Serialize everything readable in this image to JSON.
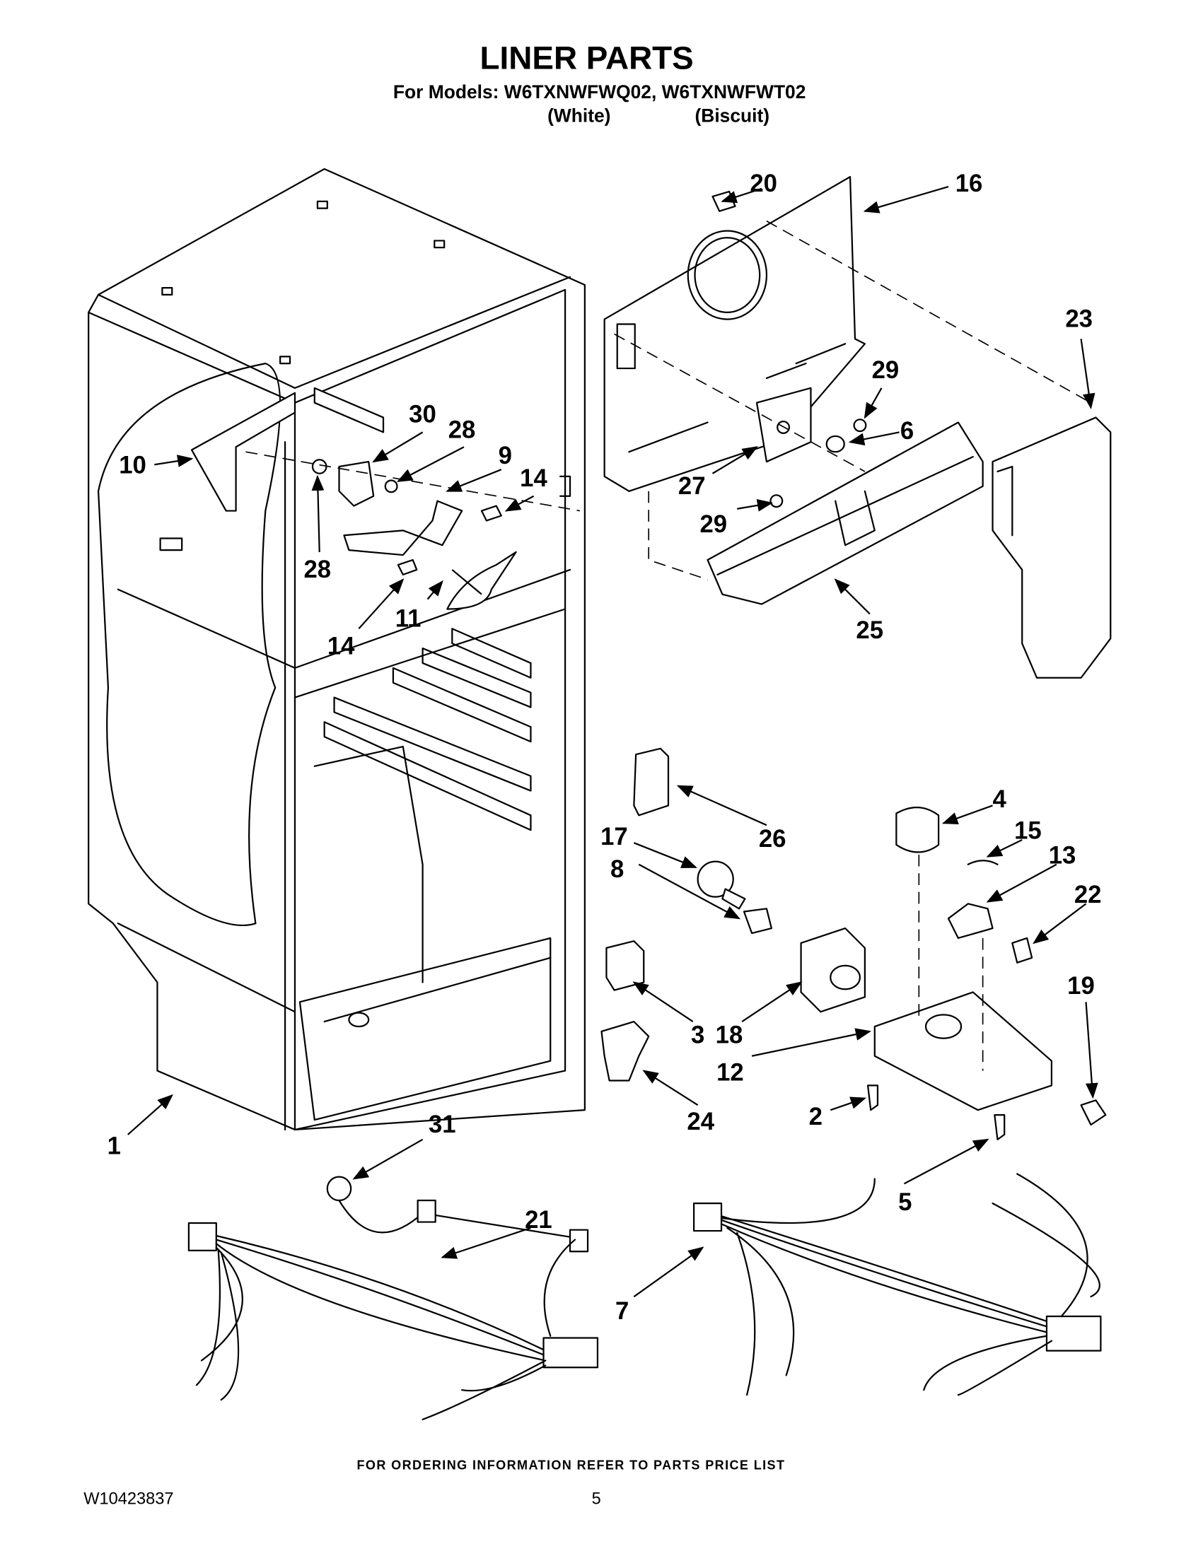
{
  "header": {
    "title": "LINER PARTS",
    "models_line": "For Models: W6TXNWFWQ02, W6TXNWFWT02",
    "color_1": "(White)",
    "color_2": "(Biscuit)"
  },
  "callouts": [
    "20",
    "16",
    "23",
    "29",
    "30",
    "28",
    "6",
    "10",
    "9",
    "14",
    "27",
    "29",
    "28",
    "11",
    "25",
    "14",
    "4",
    "26",
    "17",
    "15",
    "8",
    "13",
    "22",
    "19",
    "3",
    "18",
    "12",
    "2",
    "24",
    "1",
    "31",
    "5",
    "21",
    "7"
  ],
  "footer": {
    "ordering_note": "FOR ORDERING INFORMATION REFER TO PARTS PRICE LIST",
    "doc_number": "W10423837",
    "page_number": "5"
  }
}
